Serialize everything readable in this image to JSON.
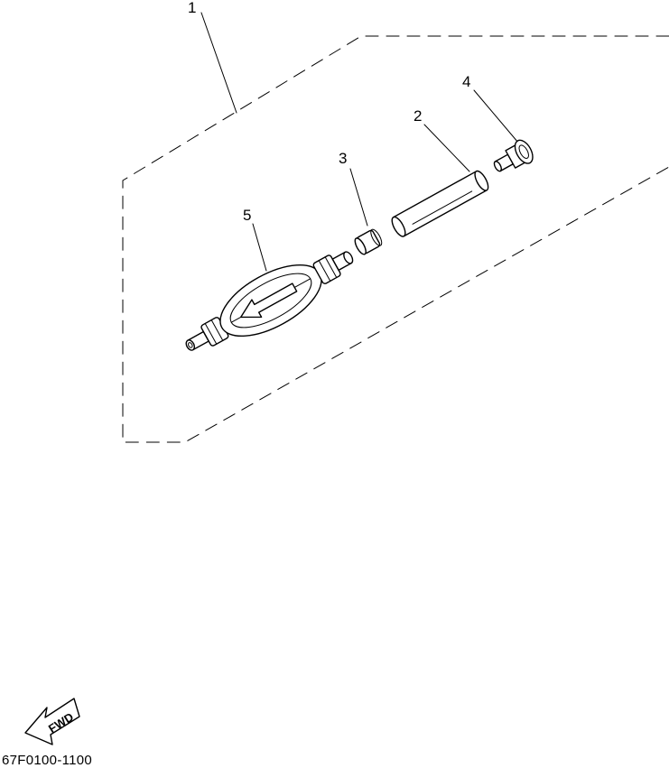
{
  "diagram": {
    "callouts": [
      {
        "id": "1",
        "label": "1"
      },
      {
        "id": "2",
        "label": "2"
      },
      {
        "id": "3",
        "label": "3"
      },
      {
        "id": "4",
        "label": "4"
      },
      {
        "id": "5",
        "label": "5"
      }
    ],
    "fwd_label": "FWD",
    "part_code": "67F0100-1100"
  }
}
